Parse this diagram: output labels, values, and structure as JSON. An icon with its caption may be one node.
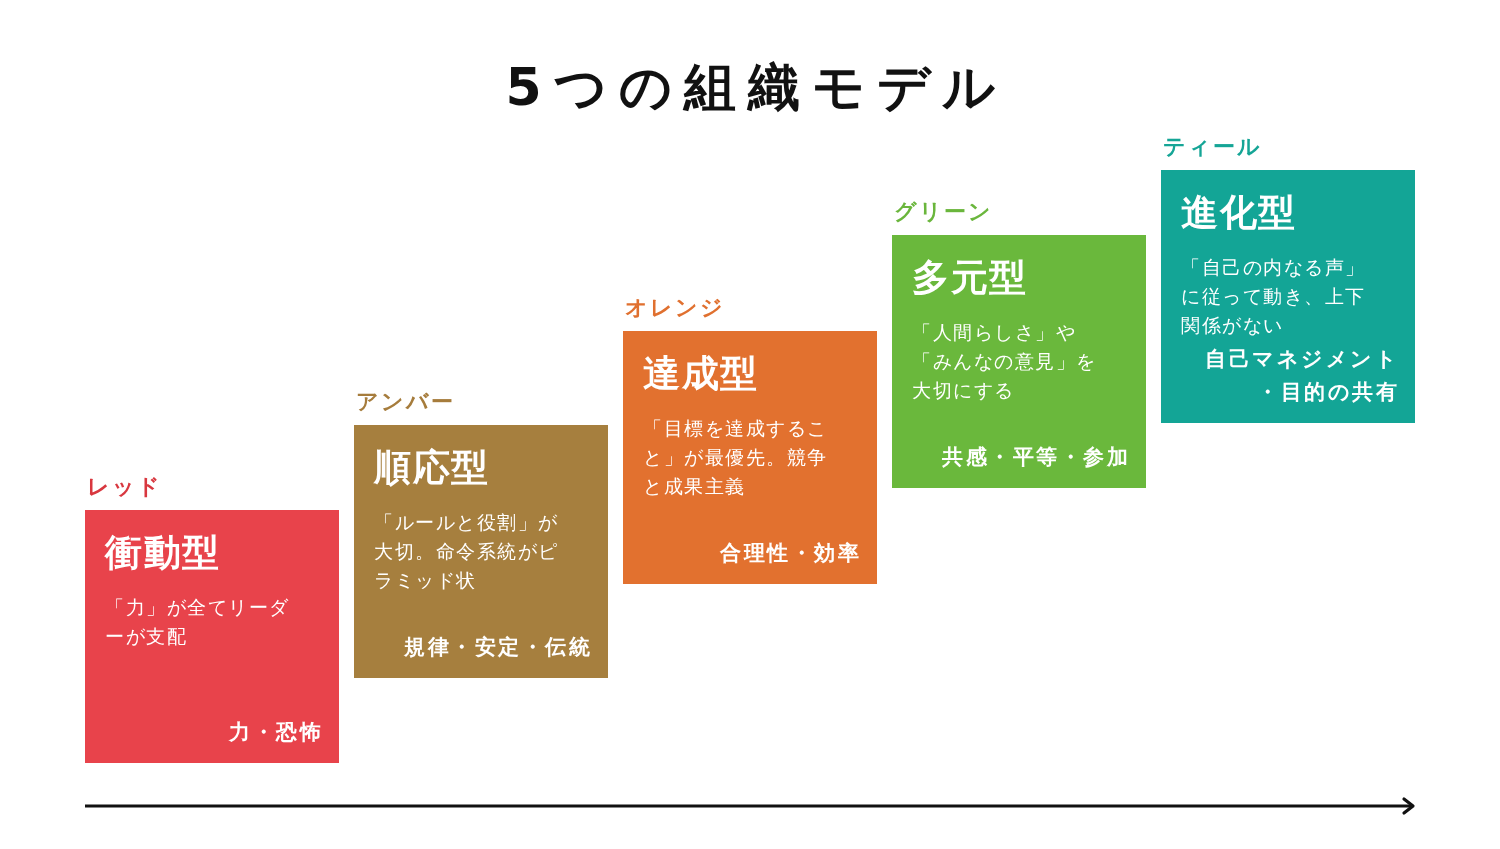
{
  "diagram": {
    "title": "5つの組織モデル",
    "nodes": [
      {
        "text": [
          "レッド",
          "衝動型",
          "「力」が全てリーダーが支配",
          "力・恐怖"
        ]
      },
      {
        "text": [
          "アンバー",
          "順応型",
          "「ルールと役割」が大切。命令系統がピラミッド状",
          "規律・安定・伝統"
        ]
      },
      {
        "text": [
          "オレンジ",
          "達成型",
          "「目標を達成すること」が最優先。競争と成果主義",
          "合理性・効率"
        ]
      },
      {
        "text": [
          "グリーン",
          "多元型",
          "「人間らしさ」や「みんなの意見」を大切にする",
          "共感・平等・参加"
        ]
      },
      {
        "text": [
          "ティール",
          "進化型",
          "「自己の内なる声」に従って動き、上下関係がない",
          "自己マネジメント・目的の共有"
        ]
      }
    ]
  }
}
